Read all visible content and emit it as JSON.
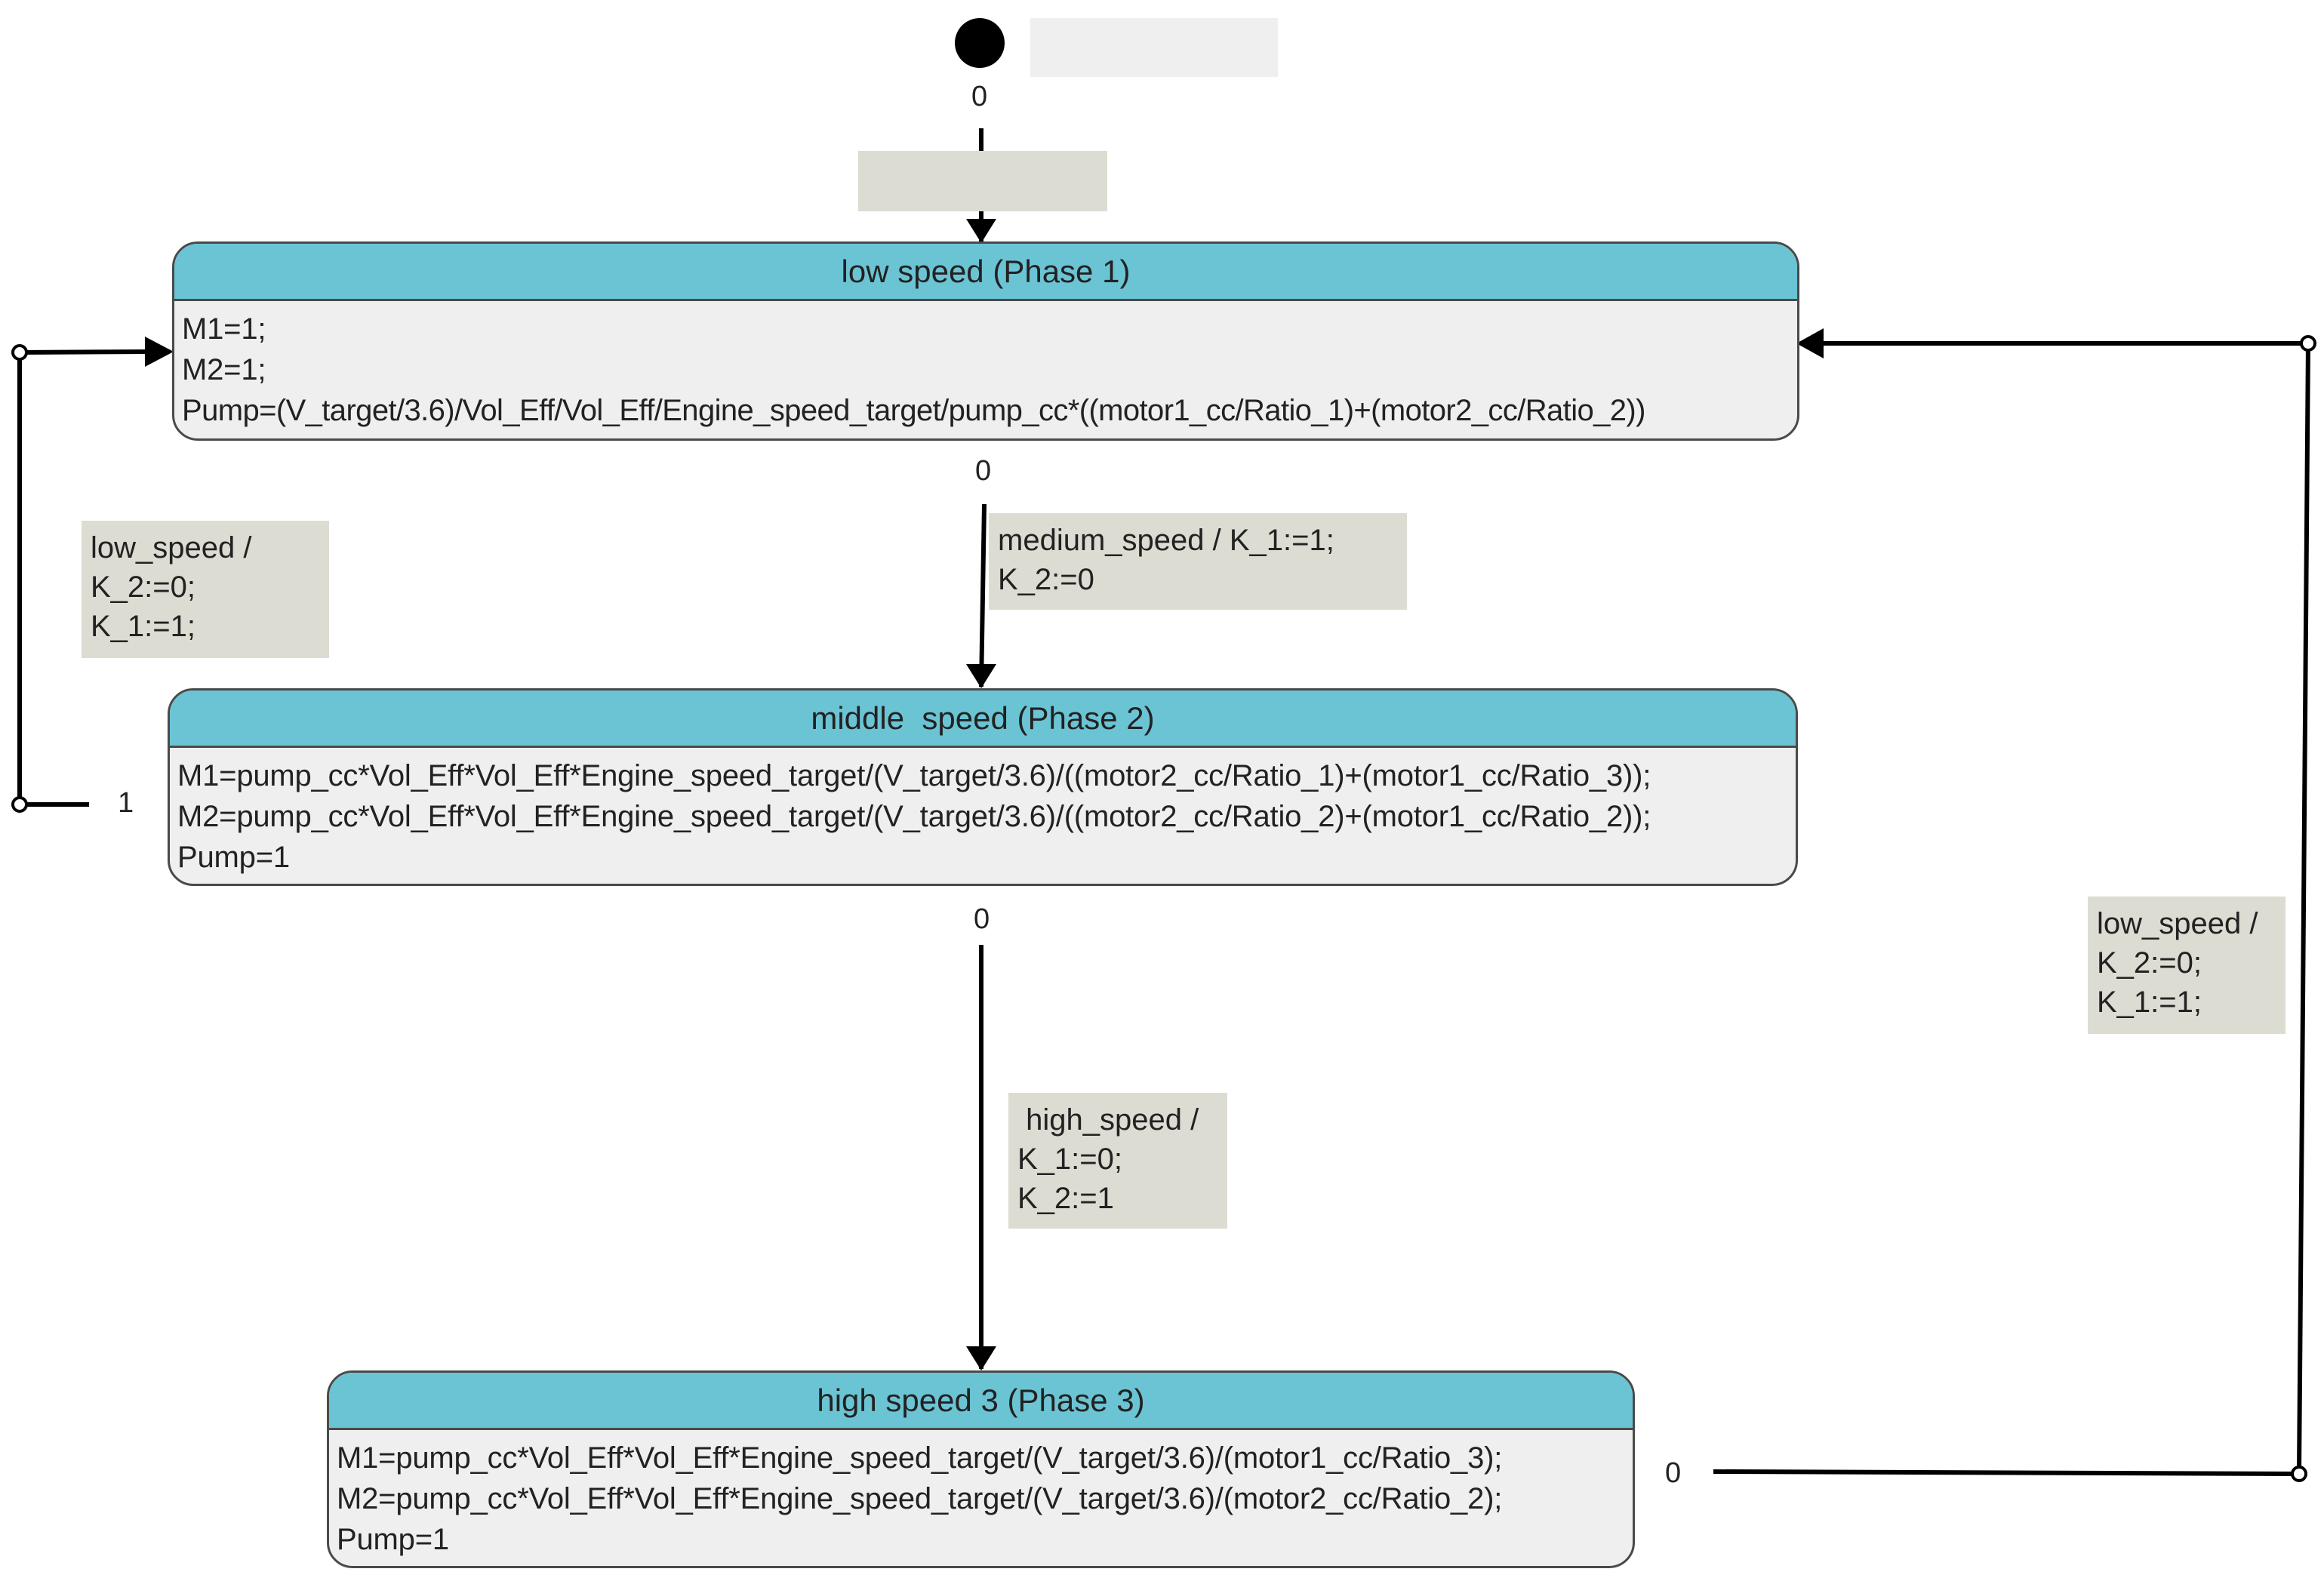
{
  "initial": {
    "priority": "0"
  },
  "states": [
    {
      "title": "low speed (Phase 1)",
      "lines": [
        "M1=1;",
        "M2=1;",
        "Pump=(V_target/3.6)/Vol_Eff/Vol_Eff/Engine_speed_target/pump_cc*((motor1_cc/Ratio_1)+(motor2_cc/Ratio_2))"
      ]
    },
    {
      "title": "middle  speed (Phase 2)",
      "lines": [
        "M1=pump_cc*Vol_Eff*Vol_Eff*Engine_speed_target/(V_target/3.6)/((motor2_cc/Ratio_1)+(motor1_cc/Ratio_3));",
        "M2=pump_cc*Vol_Eff*Vol_Eff*Engine_speed_target/(V_target/3.6)/((motor2_cc/Ratio_2)+(motor1_cc/Ratio_2));",
        "Pump=1"
      ]
    },
    {
      "title": "high speed 3 (Phase 3)",
      "lines": [
        "M1=pump_cc*Vol_Eff*Vol_Eff*Engine_speed_target/(V_target/3.6)/(motor1_cc/Ratio_3);",
        "M2=pump_cc*Vol_Eff*Vol_Eff*Engine_speed_target/(V_target/3.6)/(motor2_cc/Ratio_2);",
        "Pump=1"
      ]
    }
  ],
  "transitions": {
    "low_to_middle": {
      "priority": "0",
      "label": "medium_speed / K_1:=1;\nK_2:=0"
    },
    "middle_to_high": {
      "priority": "0",
      "label": " high_speed /\nK_1:=0;\nK_2:=1"
    },
    "middle_to_low": {
      "priority": "1",
      "label": "low_speed /\nK_2:=0;\nK_1:=1;"
    },
    "high_to_low": {
      "priority": "0",
      "label": "low_speed /\nK_2:=0;\nK_1:=1;"
    }
  },
  "colors": {
    "state_header": "#6bc4d4",
    "state_body": "#efefef",
    "note_bg": "#dcdcd2",
    "blank_note_light": "#efefef",
    "line": "#000000"
  }
}
